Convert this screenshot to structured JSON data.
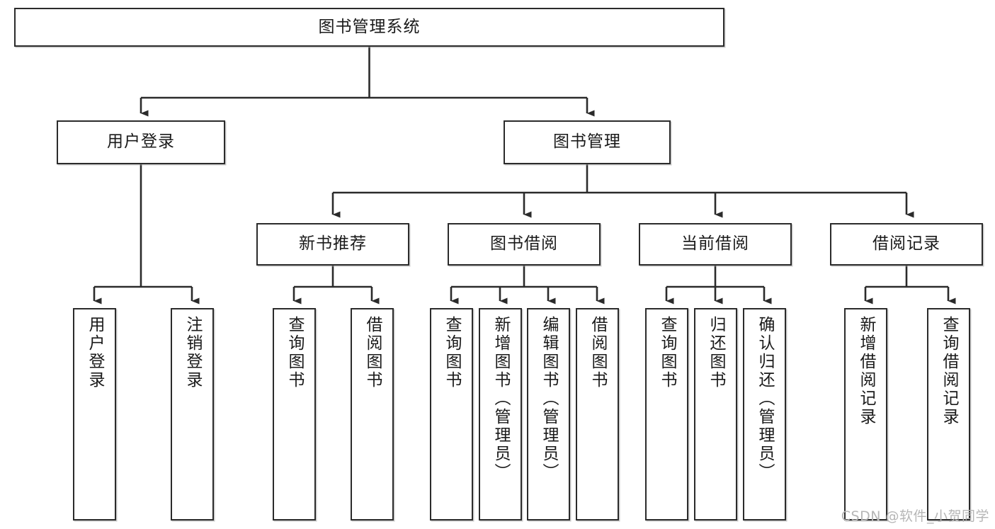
{
  "diagram": {
    "title": "图书管理系统",
    "type": "tree-hierarchy-chart",
    "root": {
      "label": "图书管理系统"
    },
    "level2": [
      {
        "label": "用户登录"
      },
      {
        "label": "图书管理"
      }
    ],
    "level3": [
      {
        "label": "新书推荐"
      },
      {
        "label": "图书借阅"
      },
      {
        "label": "当前借阅"
      },
      {
        "label": "借阅记录"
      }
    ],
    "leaves": {
      "user_login": [
        {
          "label": "用户登录"
        },
        {
          "label": "注销登录"
        }
      ],
      "new_book_recommend": [
        {
          "label": "查询图书"
        },
        {
          "label": "借阅图书"
        }
      ],
      "book_borrow": [
        {
          "label": "查询图书"
        },
        {
          "label": "新增图书（管理员）"
        },
        {
          "label": "编辑图书（管理员）"
        },
        {
          "label": "借阅图书"
        }
      ],
      "current_borrow": [
        {
          "label": "查询图书"
        },
        {
          "label": "归还图书"
        },
        {
          "label": "确认归还（管理员）"
        }
      ],
      "borrow_record": [
        {
          "label": "新增借阅记录"
        },
        {
          "label": "查询借阅记录"
        }
      ]
    }
  },
  "watermark": {
    "text": "CSDN @软件_小贺同学"
  },
  "colors": {
    "box_border": "#2b2b2b",
    "box_fill": "#ffffff",
    "connector": "#2b2b2b",
    "text": "#1a1a1a",
    "watermark": "#b6b6b6",
    "background": "#ffffff"
  }
}
